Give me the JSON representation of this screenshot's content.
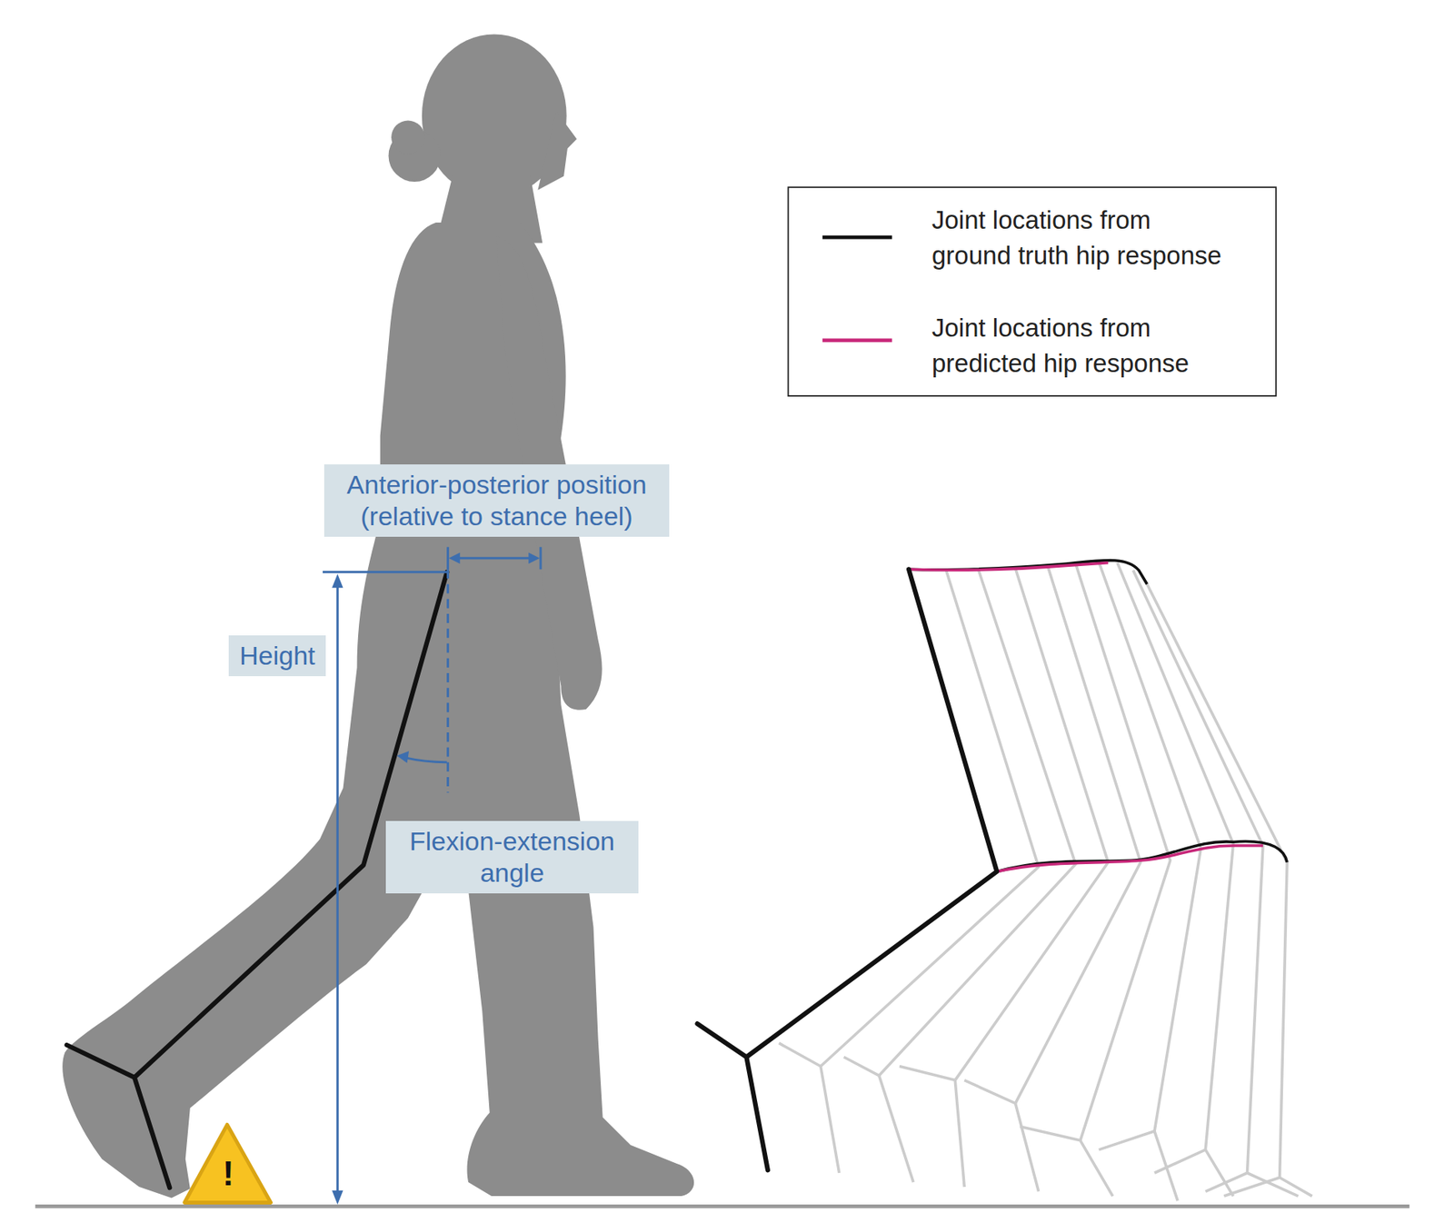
{
  "diagram": {
    "nodes": [
      {
        "text": [
          "Anterior-posterior position (relative to stance heel)"
        ]
      },
      {
        "text": [
          "Height"
        ]
      },
      {
        "text": [
          "Flexion-extension angle"
        ]
      }
    ],
    "labels": [
      "!"
    ],
    "legend": [
      {
        "text": "Joint locations from ground truth hip response"
      },
      {
        "text": "Joint locations from predicted hip response"
      }
    ]
  }
}
